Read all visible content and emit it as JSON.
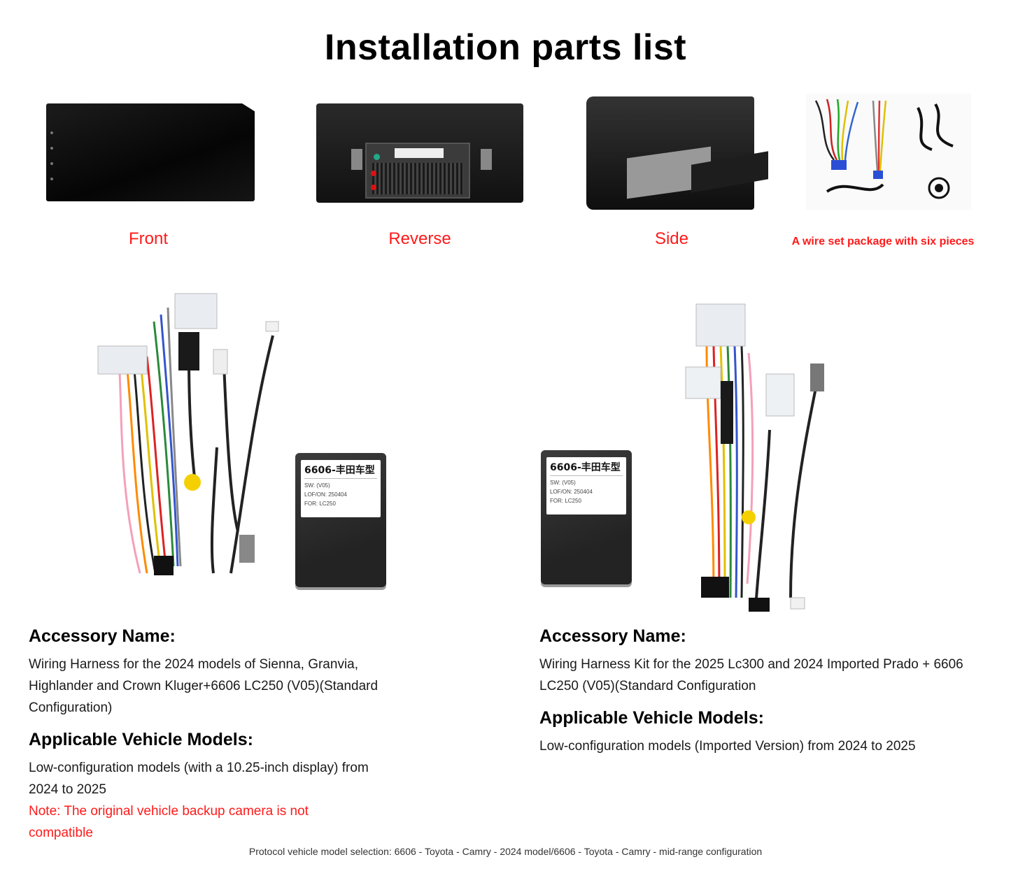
{
  "title": "Installation parts list",
  "views": {
    "front": "Front",
    "reverse": "Reverse",
    "side": "Side",
    "wireset": "A wire set package with six pieces"
  },
  "decoder": {
    "title": "6606-丰田车型",
    "sw": "SW: (V05)",
    "lof": "LOF/ON:  250404",
    "for": "FOR:  LC250"
  },
  "left": {
    "accessory_heading": "Accessory Name:",
    "accessory_lines": [
      "Wiring Harness for the 2024 models of Sienna, Granvia,",
      "Highlander and Crown Kluger+6606 LC250 (V05)(Standard",
      "Configuration)"
    ],
    "models_heading": "Applicable Vehicle Models:",
    "models_lines": [
      "Low-configuration models (with a 10.25-inch display) from",
      "2024 to 2025"
    ],
    "note_lines": [
      "Note: The original vehicle backup camera is not",
      "compatible"
    ]
  },
  "right": {
    "accessory_heading": "Accessory Name:",
    "accessory_lines": [
      "Wiring Harness Kit for the 2025 Lc300 and 2024 Imported Prado + 6606",
      "LC250 (V05)(Standard Configuration"
    ],
    "models_heading": "Applicable Vehicle Models:",
    "models_lines": [
      "Low-configuration models (Imported Version) from 2024 to 2025"
    ]
  },
  "footer": "Protocol vehicle model selection: 6606 - Toyota - Camry - 2024 model/6606 - Toyota - Camry - mid-range configuration"
}
